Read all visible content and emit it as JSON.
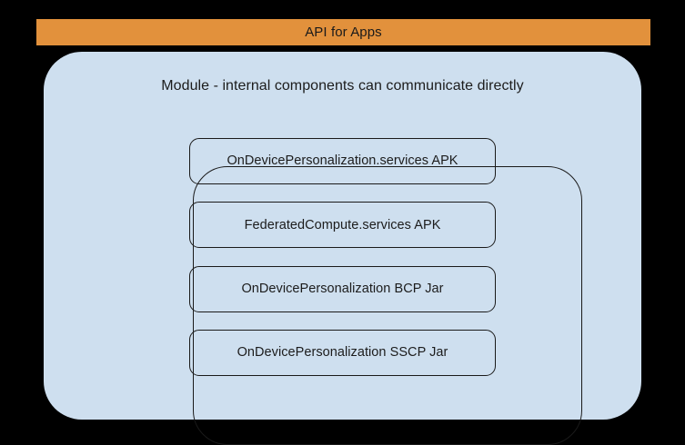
{
  "diagram": {
    "banner": {
      "label": "API for Apps",
      "color": "#E2913C",
      "text_color": "#1a1a1a"
    },
    "module": {
      "caption": "Module - internal components can communicate directly",
      "fill_color": "#CEDFEF",
      "outline_color": "#1a1a1a"
    },
    "components": [
      {
        "label": "OnDevicePersonalization.services APK"
      },
      {
        "label": "FederatedCompute.services APK"
      },
      {
        "label": "OnDevicePersonalization BCP Jar"
      },
      {
        "label": "OnDevicePersonalization SSCP Jar"
      }
    ],
    "background_color": "#000000"
  }
}
